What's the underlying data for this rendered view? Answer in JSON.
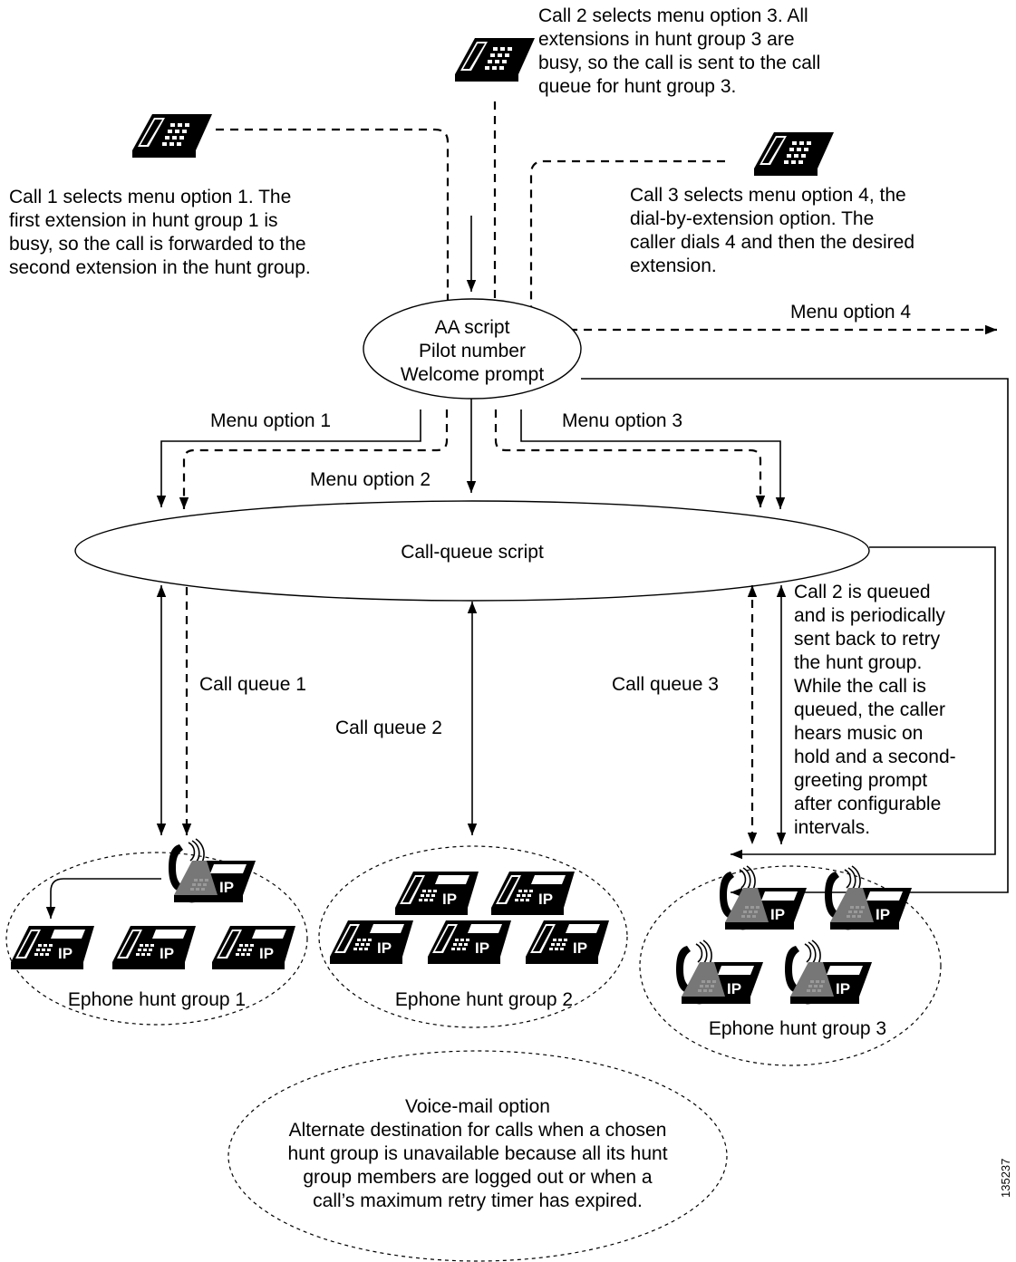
{
  "callouts": {
    "call1": [
      "Call 1 selects menu option 1. The",
      "first extension in hunt group 1 is",
      "busy, so the call is forwarded to the",
      "second extension in the hunt group."
    ],
    "call2": [
      "Call 2 selects menu option 3. All",
      "extensions in hunt group 3 are",
      "busy, so the call is sent to the call",
      "queue for hunt group 3."
    ],
    "call3": [
      "Call 3 selects menu option 4, the",
      "dial-by-extension option. The",
      "caller dials 4 and then the desired",
      "extension."
    ],
    "call2_queued": [
      "Call 2 is queued",
      "and is periodically",
      "sent back to retry",
      "the hunt group.",
      "While the call is",
      "queued, the caller",
      "hears music on",
      "hold and a second-",
      "greeting prompt",
      "after configurable",
      "intervals."
    ]
  },
  "aa_script": [
    "AA script",
    "Pilot number",
    "Welcome prompt"
  ],
  "menu_options": {
    "opt1": "Menu option 1",
    "opt2": "Menu option 2",
    "opt3": "Menu option 3",
    "opt4": "Menu option 4"
  },
  "call_queue_script": "Call-queue script",
  "call_queues": {
    "q1": "Call queue 1",
    "q2": "Call queue 2",
    "q3": "Call queue 3"
  },
  "hunt_groups": {
    "g1": "Ephone hunt group 1",
    "g2": "Ephone hunt group 2",
    "g3": "Ephone hunt group 3"
  },
  "phone_badge": "IP",
  "voicemail": [
    "Voice-mail option",
    "Alternate destination for calls when a chosen",
    "hunt group is unavailable because all its hunt",
    "group members are logged out or when a",
    "call’s maximum retry timer has expired."
  ],
  "figure_id": "135237"
}
